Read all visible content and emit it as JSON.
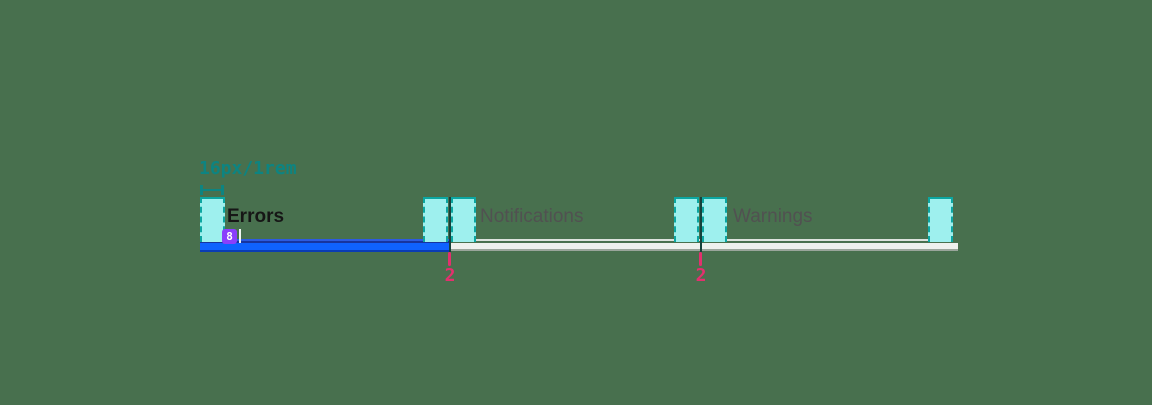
{
  "spec": {
    "spacing_label": "16px/1rem",
    "padding_value": "8",
    "gap_values": [
      "2",
      "2"
    ]
  },
  "tabs": {
    "items": [
      {
        "label": "Errors",
        "state": "selected"
      },
      {
        "label": "Notifications",
        "state": "unselected"
      },
      {
        "label": "Warnings",
        "state": "unselected"
      }
    ]
  },
  "colors": {
    "background": "#48704e",
    "spacer_fill": "#9ef0ee",
    "spacer_border": "#0ca6a1",
    "annotation_teal": "#0d8481",
    "annotation_pink": "#e3306e",
    "annotation_purple": "#8a3ffc",
    "selected_indicator_blue": "#0f62fe",
    "selected_label_color": "#161616",
    "unselected_label_color": "#515151",
    "unselected_underline_color": "#eef1ee"
  }
}
